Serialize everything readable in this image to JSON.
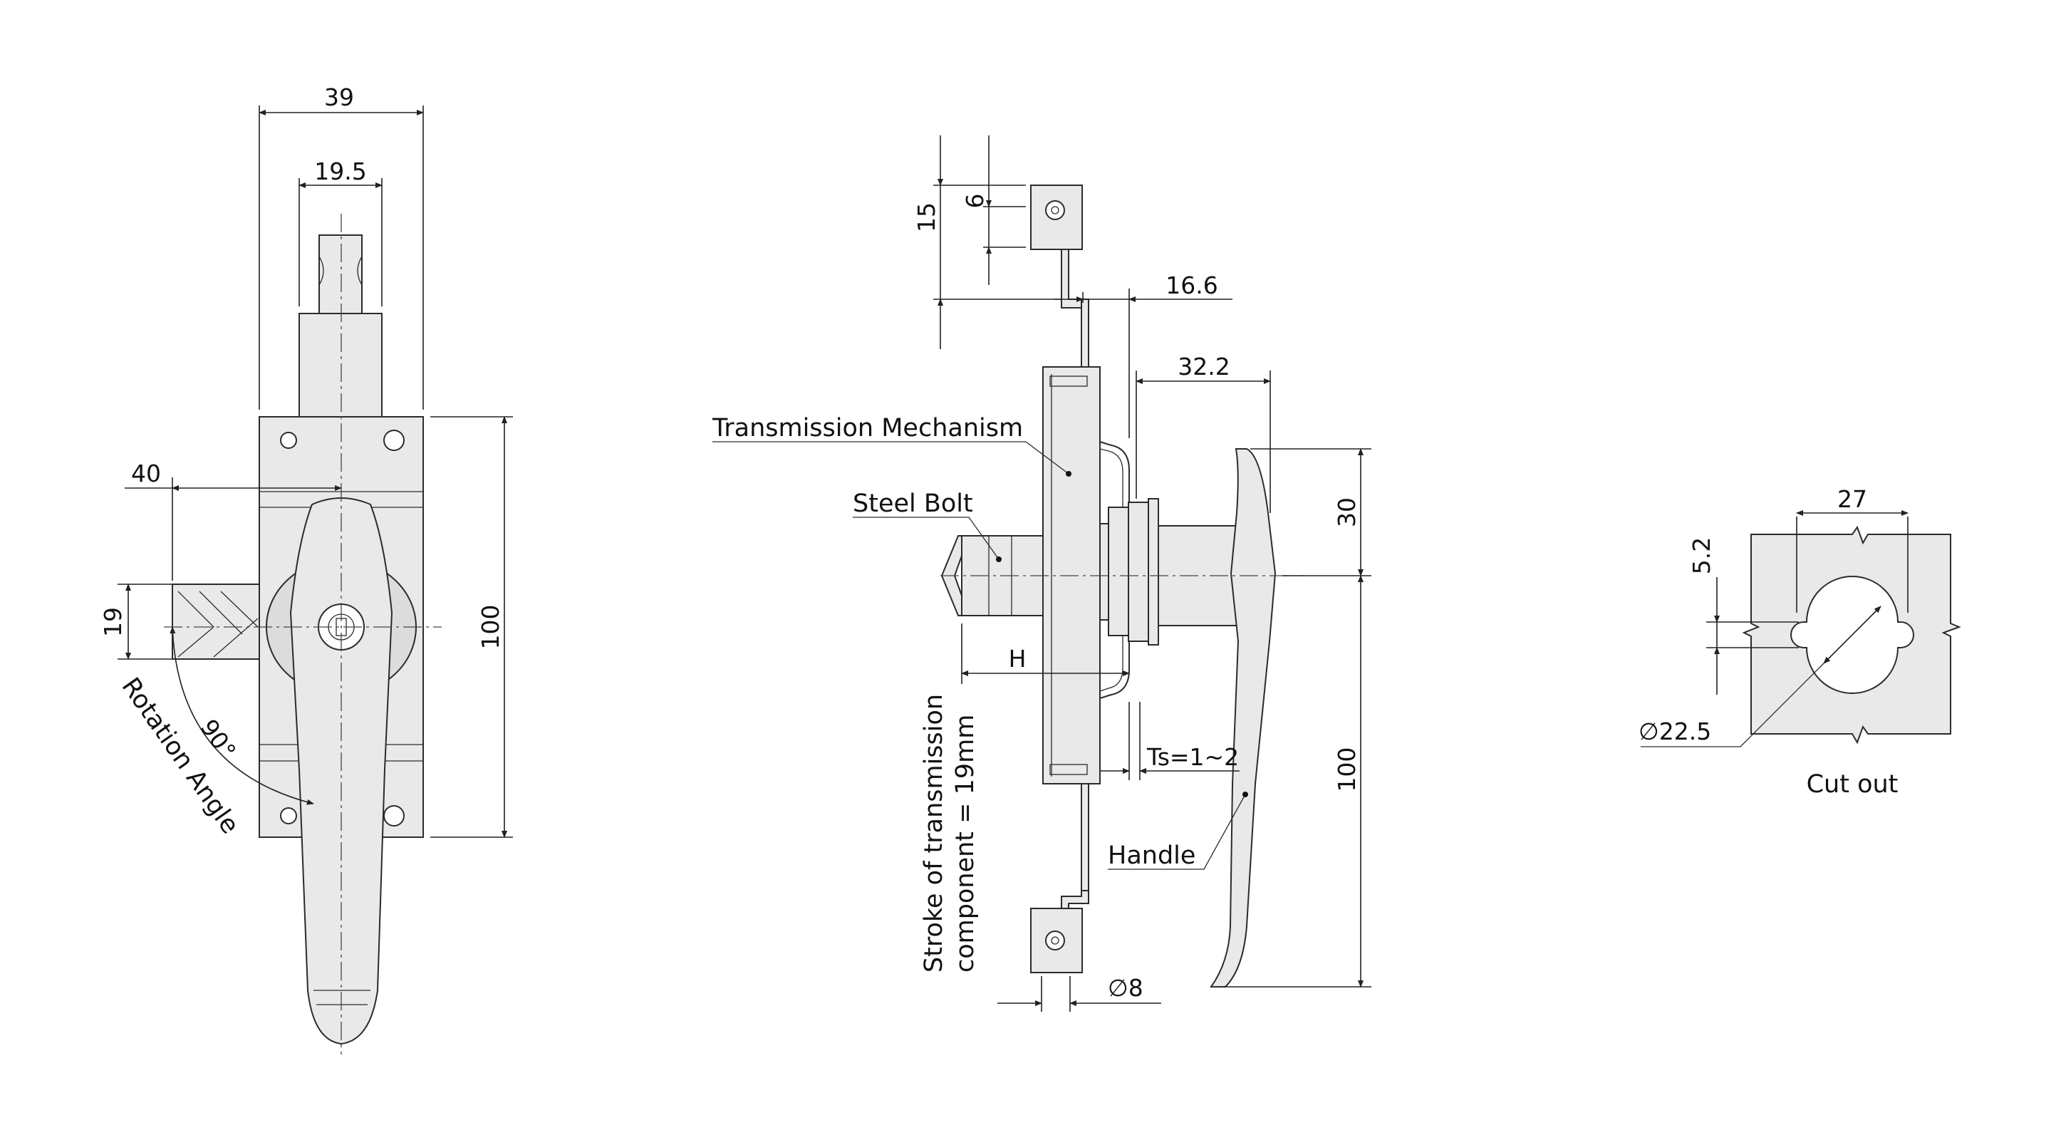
{
  "drawing": {
    "front_view": {
      "dim_width": "39",
      "dim_shaft": "19.5",
      "dim_offset": "40",
      "dim_bolt": "19",
      "dim_height": "100",
      "angle": "90°",
      "rotation_label": "Rotation Angle"
    },
    "side_view": {
      "dim_top_outer": "15",
      "dim_top_inner": "6",
      "dim_depth": "16.6",
      "dim_handle_reach": "32.2",
      "dim_handle_top": "30",
      "dim_handle_len": "100",
      "dim_h": "H",
      "dim_ts": "Ts=1~2",
      "dim_hole": "∅8",
      "label_mechanism": "Transmission Mechanism",
      "label_bolt": "Steel Bolt",
      "label_handle": "Handle",
      "stroke_line1": "Stroke of transmission",
      "stroke_line2": "component = 19mm"
    },
    "cutout": {
      "dim_width": "27",
      "dim_key": "5.2",
      "dim_dia": "∅22.5",
      "label": "Cut out"
    }
  }
}
